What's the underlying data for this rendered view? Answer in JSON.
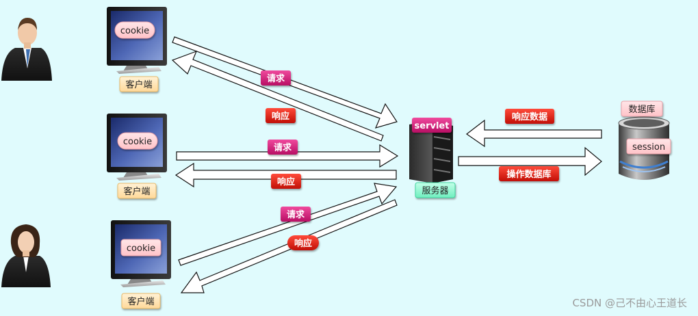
{
  "clients": [
    {
      "cookie_label": "cookie",
      "caption": "客户端"
    },
    {
      "cookie_label": "cookie",
      "caption": "客户端"
    },
    {
      "cookie_label": "cookie",
      "caption": "客户端"
    }
  ],
  "server": {
    "servlet_label": "servlet",
    "caption": "服务器"
  },
  "database": {
    "caption": "数据库",
    "session_label": "session"
  },
  "arrows": {
    "request_1": "请求",
    "response_1": "响应",
    "request_2": "请求",
    "response_2": "响应",
    "request_3": "请求",
    "response_3": "响应",
    "db_response": "响应数据",
    "db_operate": "操作数据库"
  },
  "watermark": "CSDN @己不由心王道长",
  "colors": {
    "background": "#e0fbfd",
    "request_badge": "#d6157a",
    "response_badge": "#e01a10",
    "cookie_badge": "#ffd6d9",
    "client_caption": "#ffe3b0",
    "server_caption": "#8ff5cf",
    "db_badge": "#ffd6d9"
  }
}
